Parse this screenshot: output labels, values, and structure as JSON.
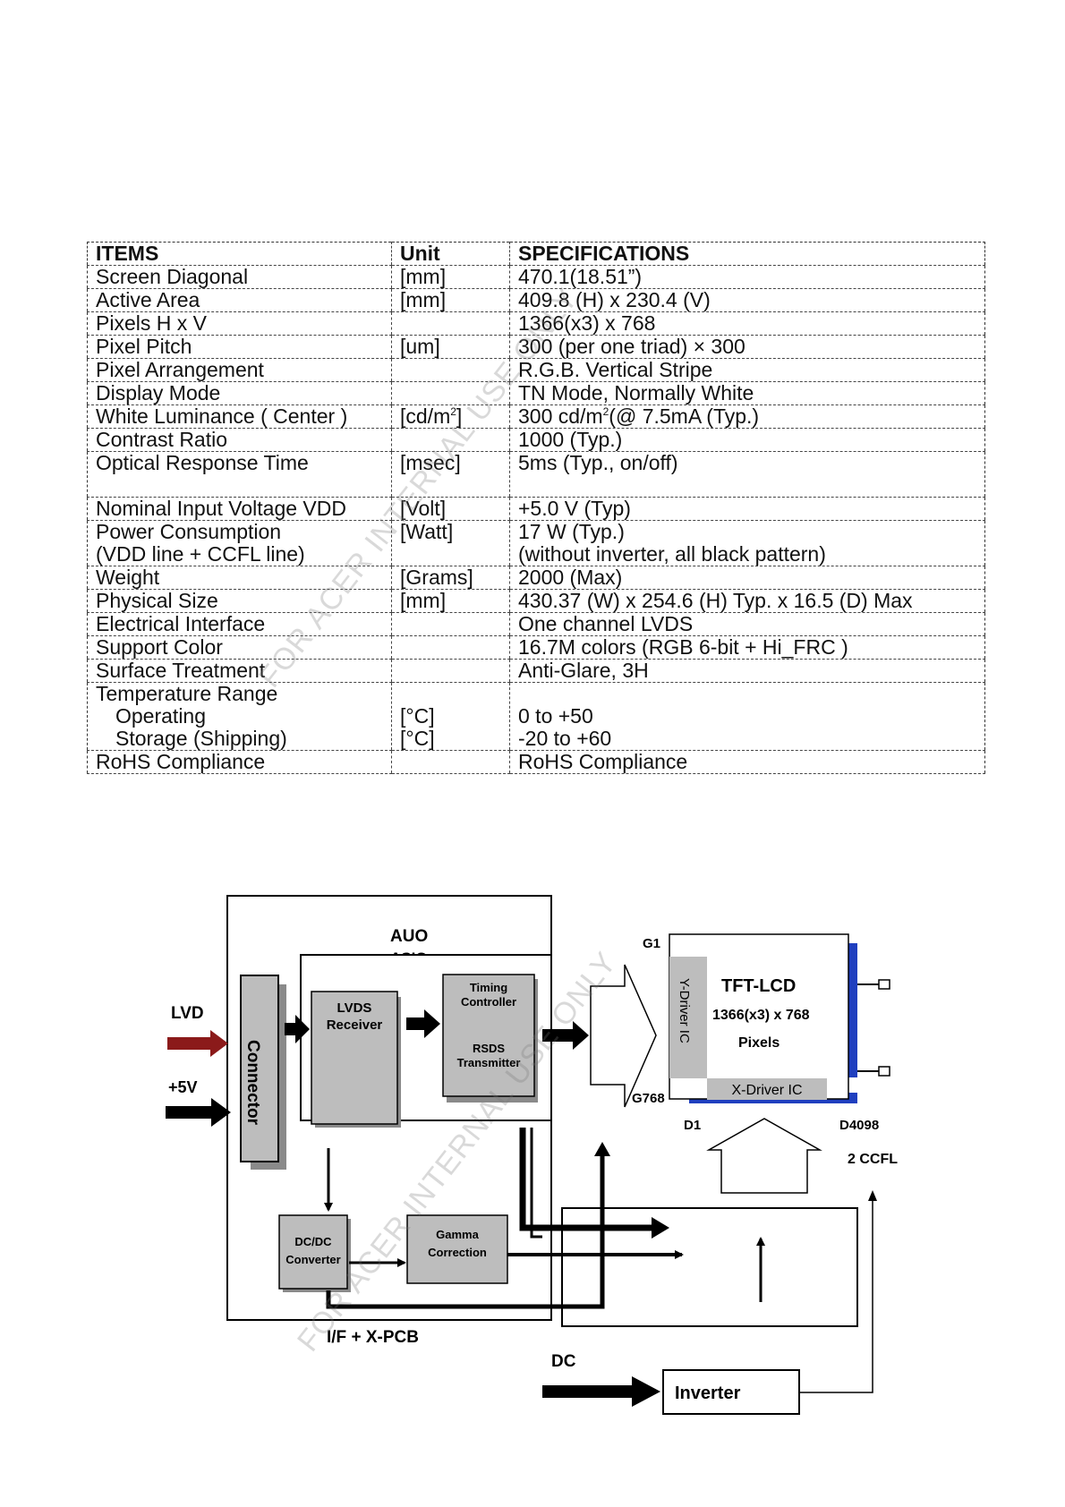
{
  "table": {
    "headers": [
      "ITEMS",
      "Unit",
      "SPECIFICATIONS"
    ],
    "rows": [
      {
        "item": "Screen Diagonal",
        "unit": "[mm]",
        "spec": "470.1(18.51”)"
      },
      {
        "item": "Active Area",
        "unit": "[mm]",
        "spec": "409.8 (H) x 230.4 (V)"
      },
      {
        "item": "Pixels H x V",
        "unit": "",
        "spec": "1366(x3) x 768"
      },
      {
        "item": "Pixel Pitch",
        "unit": "[um]",
        "spec": "300 (per one triad) × 300"
      },
      {
        "item": "Pixel Arrangement",
        "unit": "",
        "spec": "R.G.B. Vertical Stripe"
      },
      {
        "item": "Display Mode",
        "unit": "",
        "spec": "TN Mode, Normally White"
      },
      {
        "item": "White Luminance ( Center )",
        "unit": "[cd/m",
        "unit_sup": "2",
        "unit_tail": "]",
        "spec": "300 cd/m",
        "spec_sup": "2",
        "spec_tail": "(@ 7.5mA   (Typ.)"
      },
      {
        "item": "Contrast Ratio",
        "unit": "",
        "spec": "1000 (Typ.)"
      },
      {
        "item": "Optical Response Time",
        "unit": "[msec]",
        "spec": "5ms (Typ., on/off)"
      },
      {
        "item": "Nominal Input Voltage VDD",
        "unit": "[Volt]",
        "spec": "+5.0 V (Typ)"
      },
      {
        "item": "Power Consumption",
        "item2": "(VDD line + CCFL line)",
        "unit": "[Watt]",
        "spec": "17 W (Typ.)",
        "spec2": "(without inverter, all black pattern)"
      },
      {
        "item": "Weight",
        "unit": "[Grams]",
        "spec": "2000 (Max)"
      },
      {
        "item": "Physical Size",
        "unit": "[mm]",
        "spec": "430.37 (W) x 254.6 (H) Typ. x 16.5 (D) Max"
      },
      {
        "item": "Electrical Interface",
        "unit": "",
        "spec": "One channel LVDS"
      },
      {
        "item": "Support Color",
        "unit": "",
        "spec": "16.7M colors (RGB 6-bit + Hi_FRC )"
      },
      {
        "item": "Surface Treatment",
        "unit": "",
        "spec": "Anti-Glare, 3H"
      },
      {
        "item": "Temperature Range",
        "sub1": "Operating",
        "sub2": "Storage (Shipping)",
        "unit1": "[°C]",
        "unit2": "[°C]",
        "spec1": "0 to +50",
        "spec2": "-20 to +60"
      },
      {
        "item": "RoHS Compliance",
        "unit": "",
        "spec": "RoHS Compliance"
      }
    ]
  },
  "watermark": {
    "text1": "FOR ACER INTERNAL USE ONLY",
    "text2": "FOR ACER INTERNAL USE ONLY"
  },
  "diagram": {
    "auo_label": "AUO",
    "asic_label": "ASIC",
    "lvds_input": "LVD",
    "power_input": "+5V",
    "connector": "Connector",
    "lvds_receiver": [
      "LVDS",
      "Receiver"
    ],
    "timing_controller": [
      "Timing",
      "Controller"
    ],
    "rsds_transmitter": [
      "RSDS",
      "Transmitter"
    ],
    "dcdc": [
      "DC/DC",
      "Converter"
    ],
    "gamma": [
      "Gamma",
      "Correction"
    ],
    "pcb_label": "I/F + X-PCB",
    "dc_label": "DC",
    "inverter": "Inverter",
    "g1": "G1",
    "g768": "G768",
    "d1": "D1",
    "d4098": "D4098",
    "ccfl": "2 CCFL",
    "tft_lcd": "TFT-LCD",
    "resolution": "1366(x3) x 768",
    "pixels": "Pixels",
    "y_driver": "Y-Driver IC",
    "x_driver": "X-Driver IC",
    "colors": {
      "lvds_arrow": "#8b1a1a",
      "backlight": "#1f3fbf",
      "block_fill": "#bdbdbd",
      "block_shadow": "#8a8a8a"
    }
  }
}
